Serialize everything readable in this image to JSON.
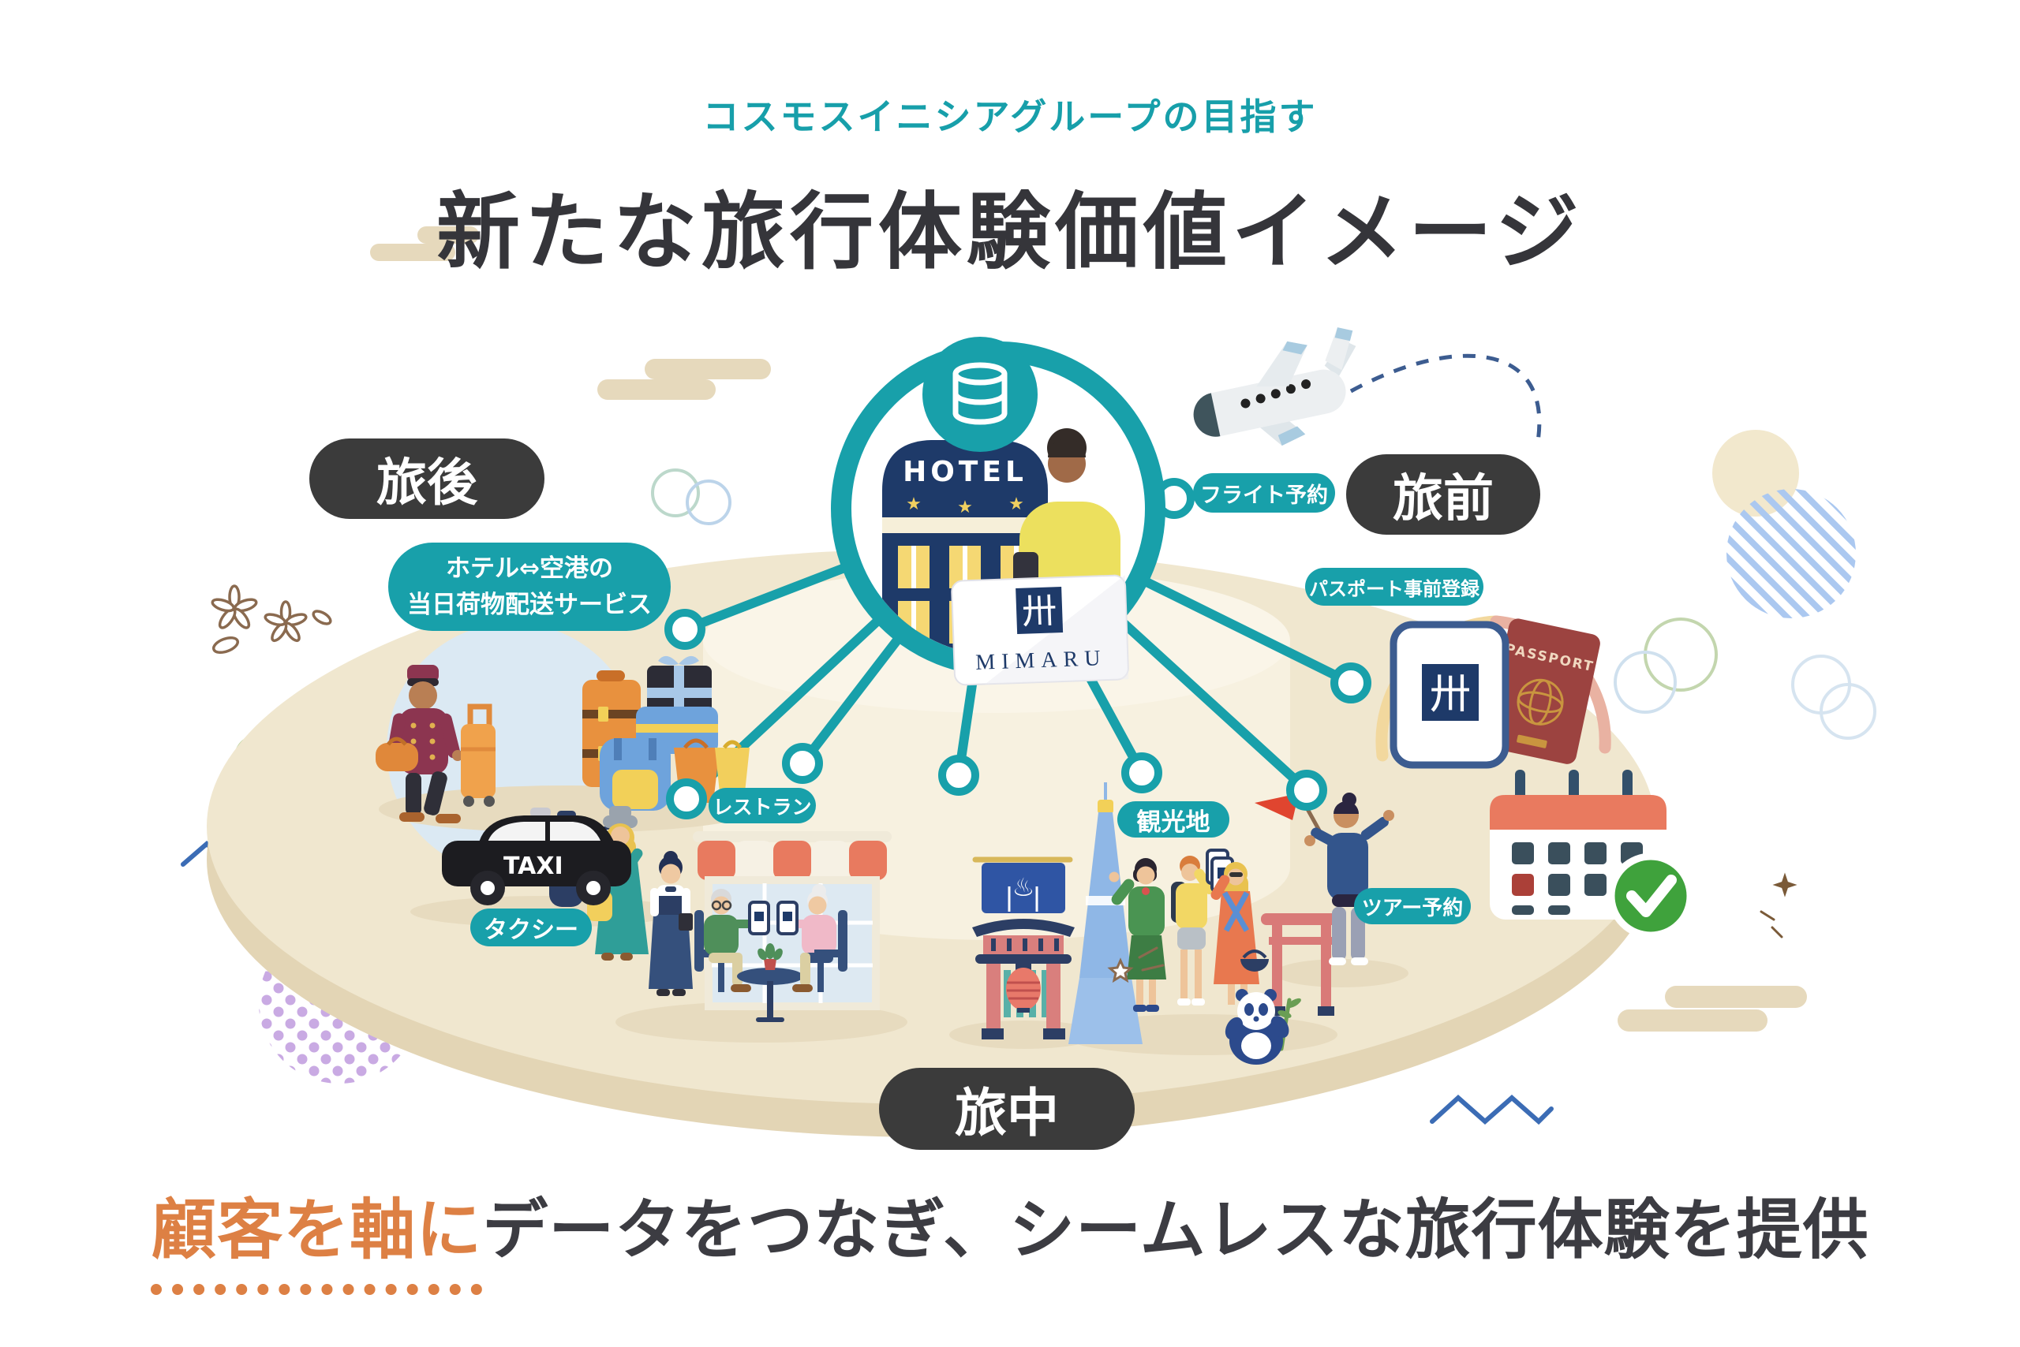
{
  "header": {
    "subtitle": "コスモスイニシアグループの目指す",
    "title": "新たな旅行体験価値イメージ"
  },
  "phases": {
    "post_trip": "旅後",
    "pre_trip": "旅前",
    "during_trip": "旅中"
  },
  "services": {
    "luggage_line1": "ホテル⇔空港の",
    "luggage_line2": "当日荷物配送サービス",
    "flight": "フライト予約",
    "passport": "パスポート事前登録",
    "tour": "ツアー予約",
    "sightseeing": "観光地",
    "restaurant": "レストラン",
    "taxi": "タクシー"
  },
  "hub": {
    "hotel_sign": "HOTEL",
    "brand": "MIMARU",
    "brand_mark": "卅"
  },
  "illustrations": {
    "taxi_sign": "TAXI",
    "passport_label": "PASSPORT",
    "onsen_symbol": "♨"
  },
  "tagline": {
    "highlight": "顧客を軸に",
    "rest": "データをつなぎ、シームレスな旅行体験を提供"
  },
  "colors": {
    "teal": "#18a0aa",
    "dark_pill": "#3b3b3b",
    "orange_accent": "#dd8044",
    "navy": "#1e3a69",
    "platform_top": "#f0e7cf",
    "platform_side": "#e3d5b5"
  }
}
